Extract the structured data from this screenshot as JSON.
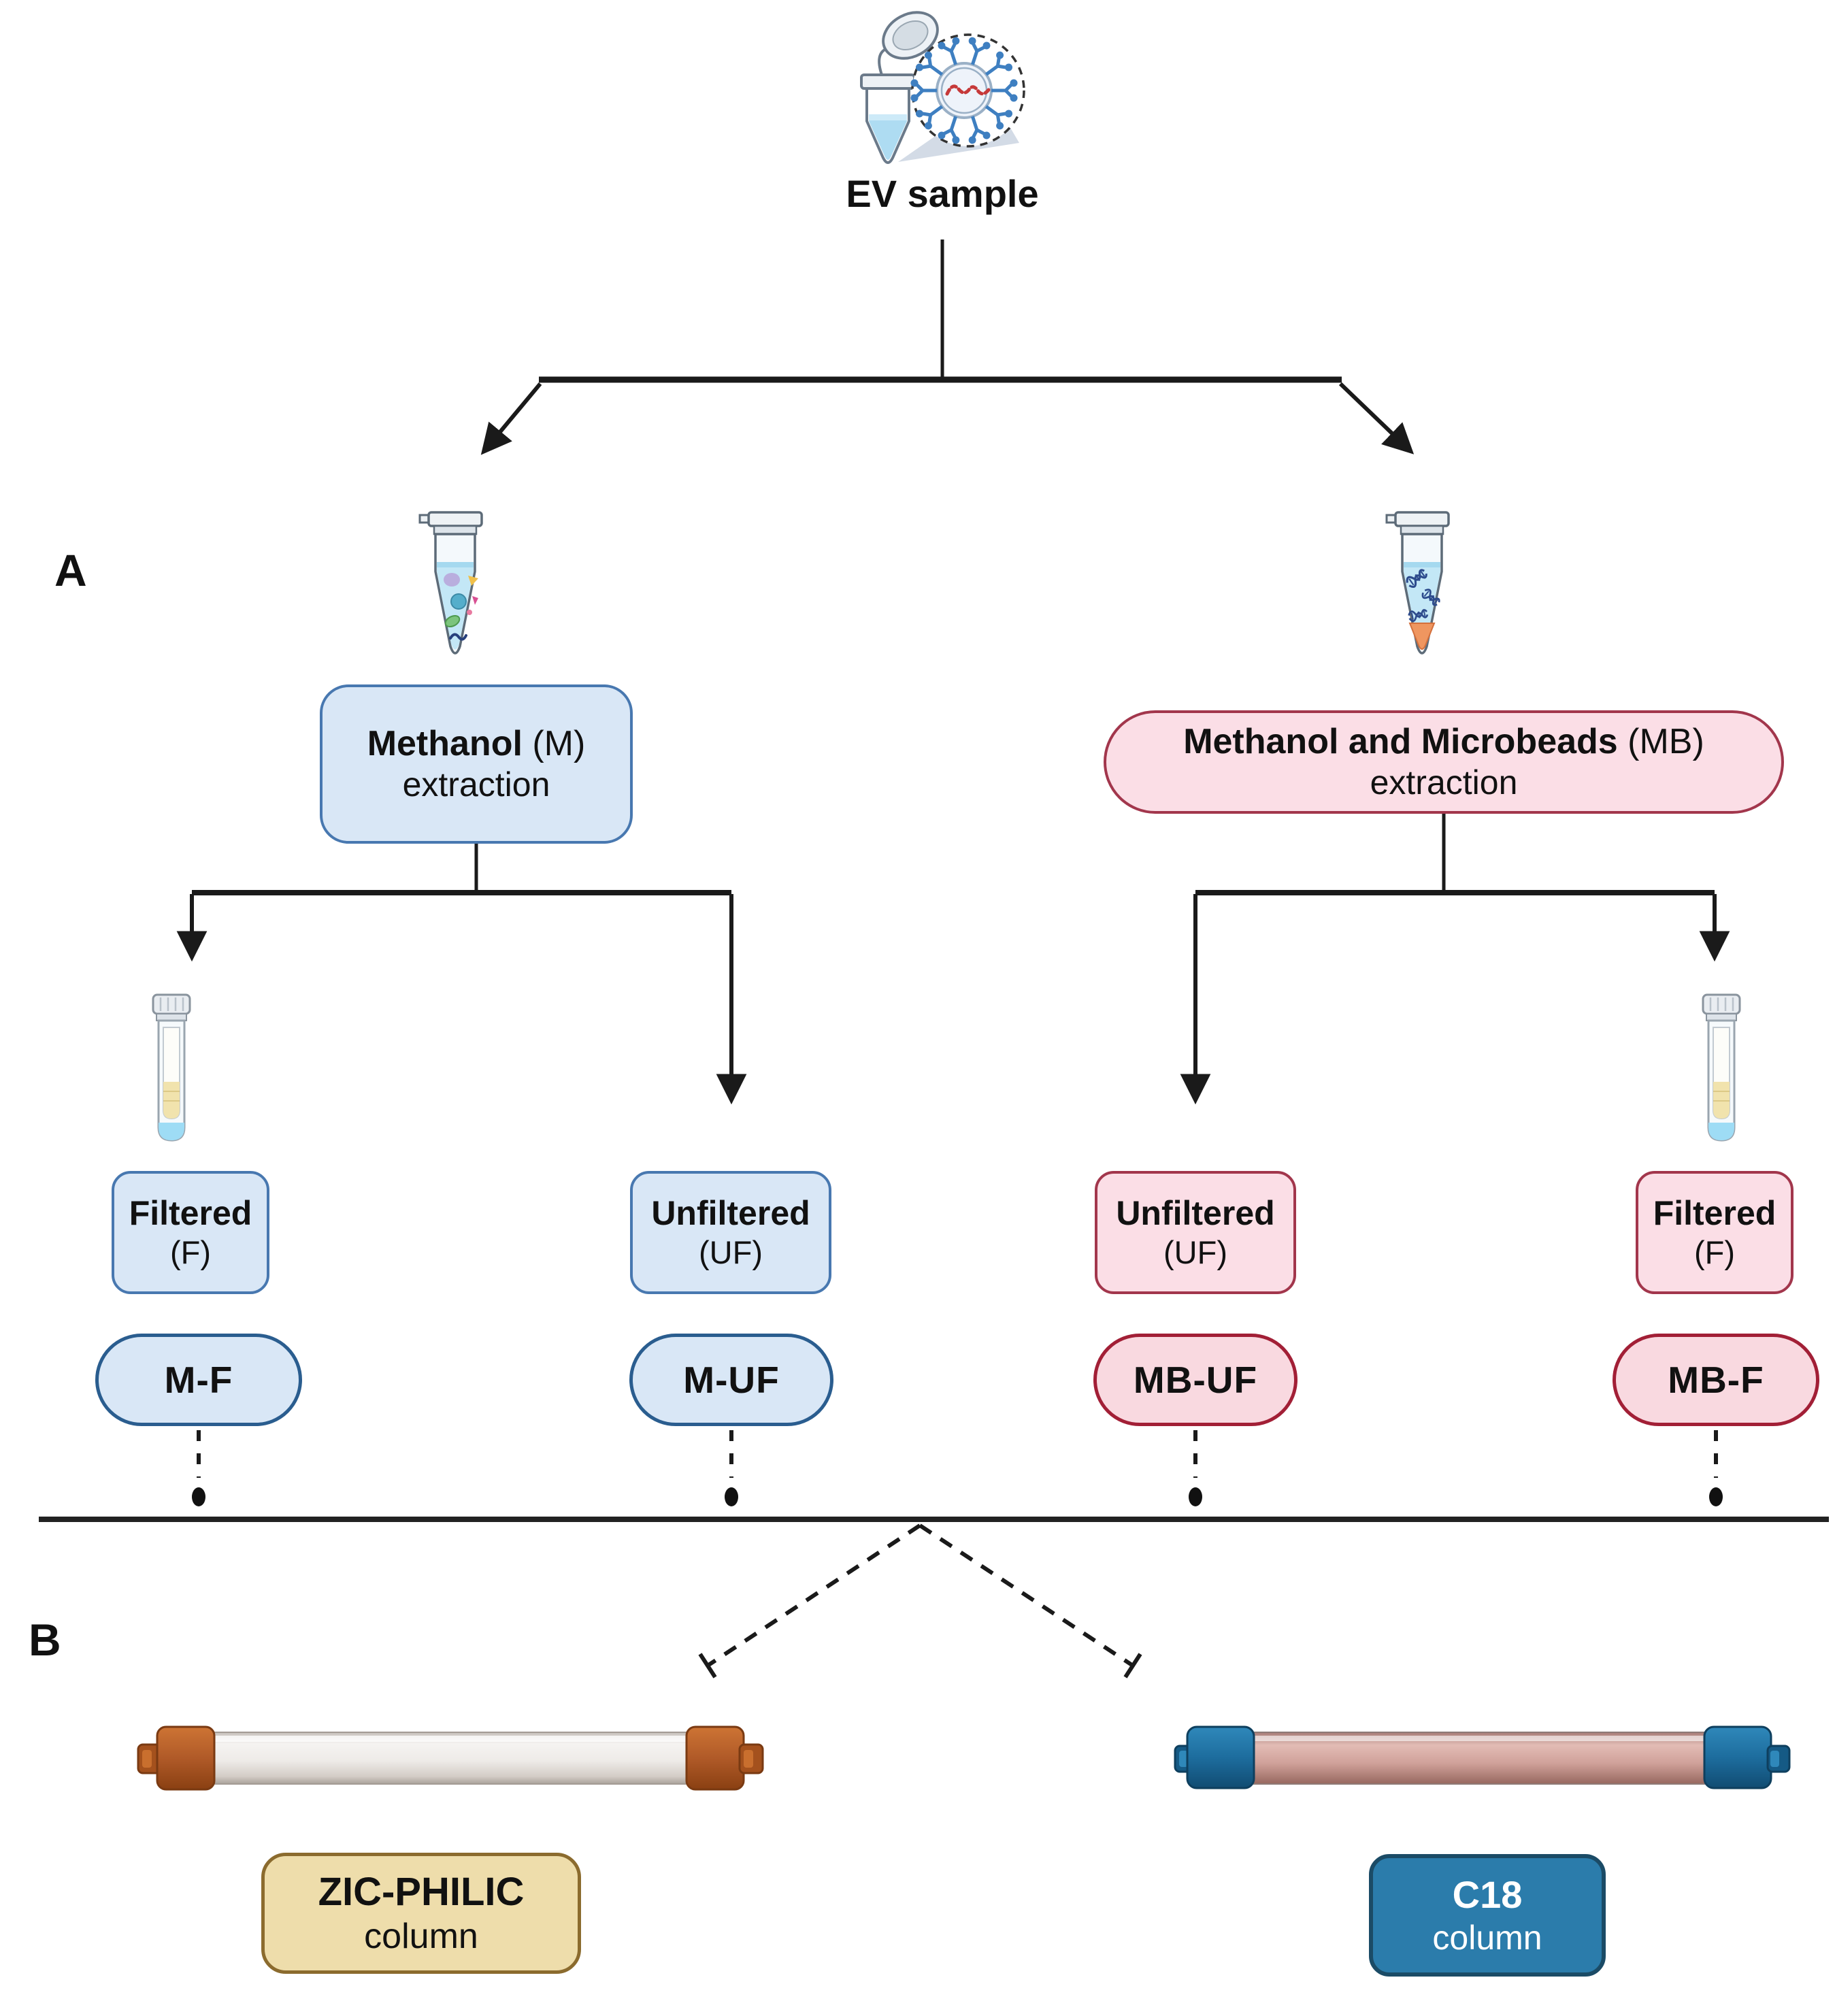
{
  "figure": {
    "panel_a_label": "A",
    "panel_b_label": "B",
    "root_label": "EV sample",
    "branches": {
      "methanol": {
        "name": "Methanol",
        "abbr": " (M)",
        "line2": "extraction"
      },
      "microbeads": {
        "name": "Methanol and Microbeads",
        "abbr": " (MB)",
        "line2": "extraction"
      }
    },
    "conditions": {
      "m_f": {
        "line1": "Filtered",
        "line2": "(F)"
      },
      "m_uf": {
        "line1": "Unfiltered",
        "line2": "(UF)"
      },
      "mb_uf": {
        "line1": "Unfiltered",
        "line2": "(UF)"
      },
      "mb_f": {
        "line1": "Filtered",
        "line2": "(F)"
      }
    },
    "samples": {
      "m_f": "M-F",
      "m_uf": "M-UF",
      "mb_uf": "MB-UF",
      "mb_f": "MB-F"
    },
    "lc_columns": {
      "zic": {
        "line1": "ZIC-PHILIC",
        "line2": "column"
      },
      "c18": {
        "line1": "C18",
        "line2": "column"
      }
    },
    "icons": {
      "root": "ev-sample-tube-with-vesicle-icon",
      "methanol_input": "lysate-tube-icon",
      "microbeads_input": "dna-pellet-tube-icon",
      "filtered_left": "spin-filter-tube-icon",
      "filtered_right": "spin-filter-tube-icon",
      "zic": "zic-philic-cartridge-icon",
      "c18": "c18-cartridge-icon"
    },
    "colors": {
      "blue_fill": "#d9e7f6",
      "blue_border": "#4878b0",
      "blue_pill_border": "#2a5d8f",
      "pink_fill": "#fbdee6",
      "pink_border": "#a2364c",
      "pink_pill_border": "#a21f36",
      "tan_fill": "#eeddab",
      "tan_border": "#8b6b2e",
      "c18_box_fill": "#2b7cab",
      "c18_box_border": "#1b4b66",
      "zic_cap": "#b05a28",
      "c18_cap": "#1d6d9e",
      "line": "#1a1a1a"
    }
  }
}
